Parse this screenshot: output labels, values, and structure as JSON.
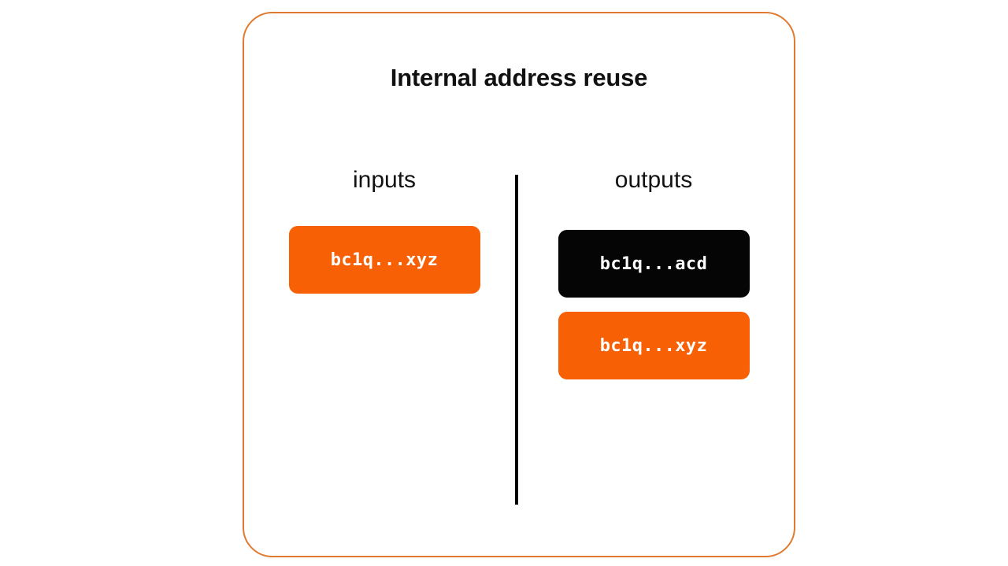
{
  "card": {
    "title": "Internal address reuse",
    "border_color": "#e07a30",
    "background": "#ffffff"
  },
  "diagram": {
    "divider_color": "#000000",
    "colors": {
      "orange_chip": "#f86006",
      "black_chip": "#050505",
      "chip_text": "#ffffff"
    },
    "columns": [
      {
        "key": "inputs",
        "label": "inputs",
        "chips": [
          {
            "address": "bc1q...xyz",
            "style": "orange"
          }
        ]
      },
      {
        "key": "outputs",
        "label": "outputs",
        "chips": [
          {
            "address": "bc1q...acd",
            "style": "black"
          },
          {
            "address": "bc1q...xyz",
            "style": "orange"
          }
        ]
      }
    ]
  }
}
